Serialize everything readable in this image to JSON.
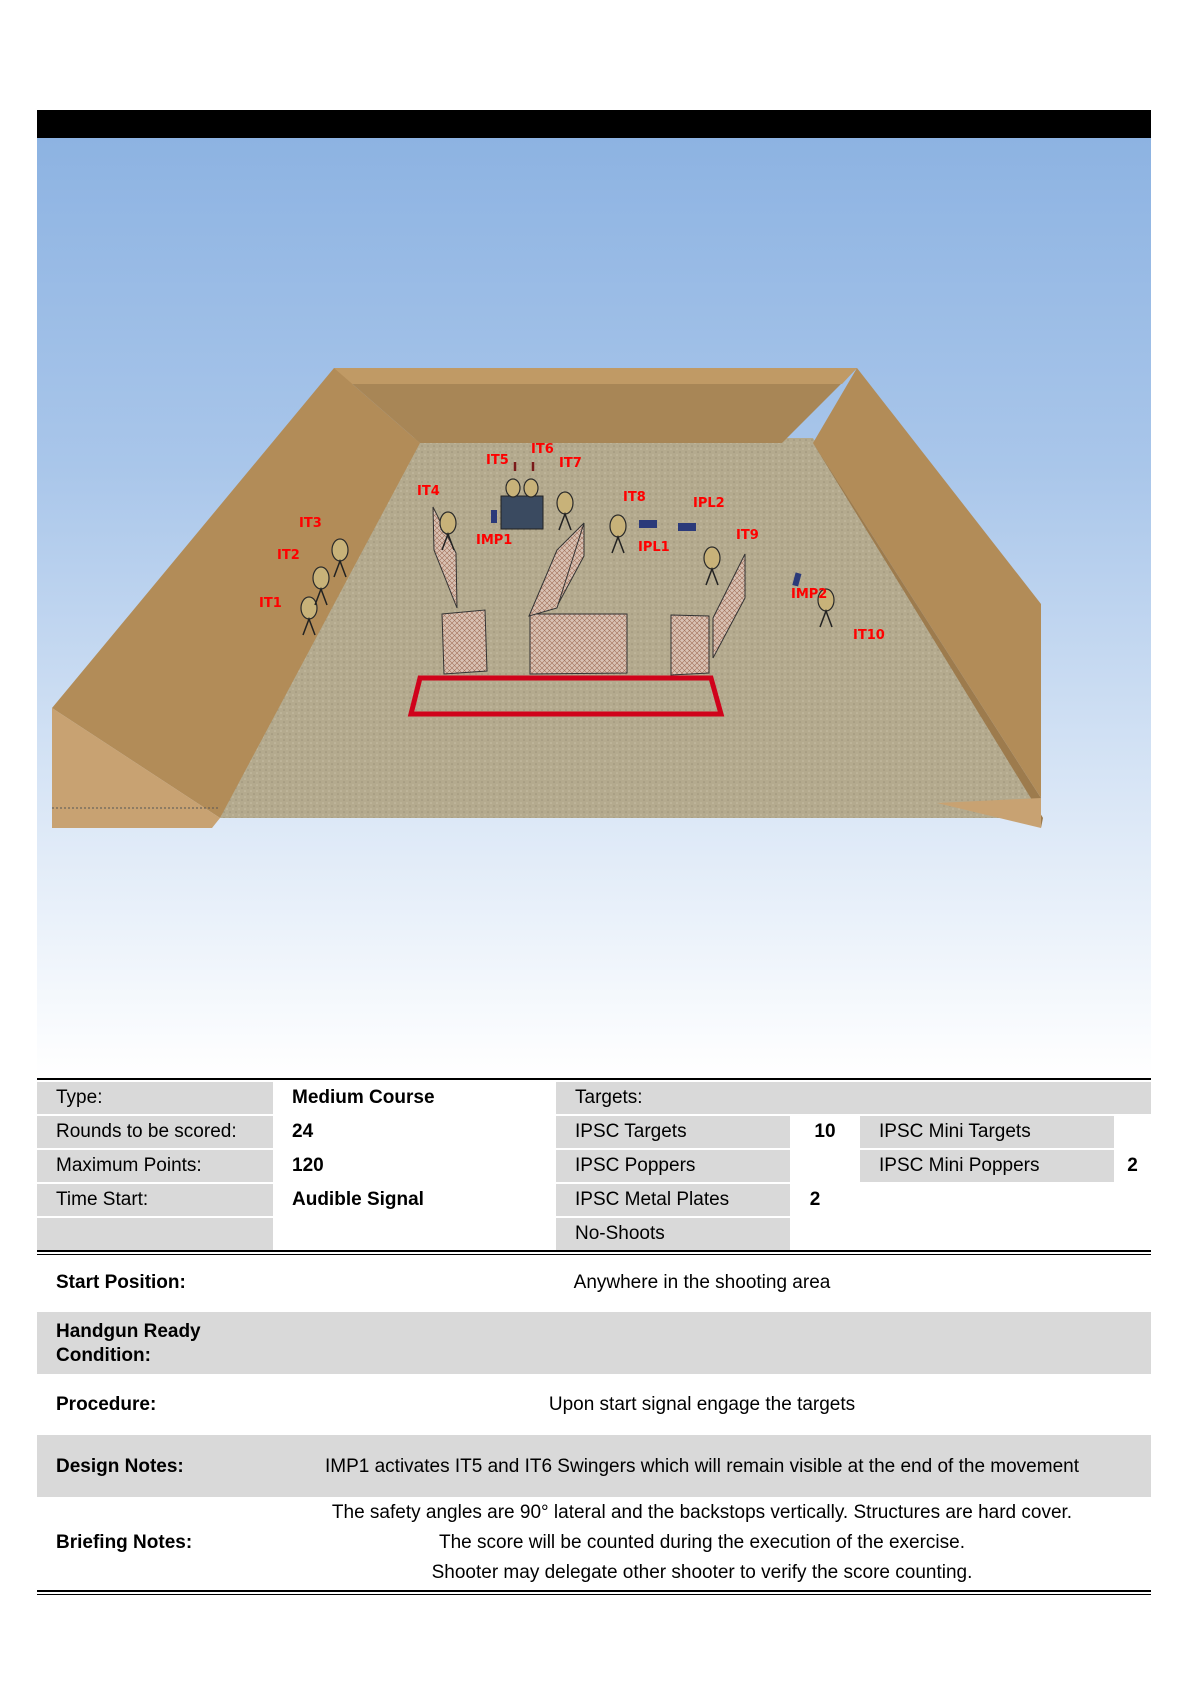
{
  "scene": {
    "labels": {
      "it1": "IT1",
      "it2": "IT2",
      "it3": "IT3",
      "it4": "IT4",
      "it5": "IT5",
      "it6": "IT6",
      "it7": "IT7",
      "it8": "IT8",
      "it9": "IT9",
      "it10": "IT10",
      "imp1": "IMP1",
      "imp2": "IMP2",
      "ipl1": "IPL1",
      "ipl2": "IPL2"
    },
    "colors": {
      "berm": "#b08a55",
      "floor": "#b5ab90",
      "label": "#ff0000",
      "box": "#d0021b"
    }
  },
  "info": {
    "type_label": "Type:",
    "type_value": "Medium Course",
    "rounds_label": "Rounds to be scored:",
    "rounds_value": "24",
    "points_label": "Maximum Points:",
    "points_value": "120",
    "time_label": "Time Start:",
    "time_value": "Audible Signal",
    "targets_label": "Targets:",
    "ipsc_targets_label": "IPSC Targets",
    "ipsc_targets_value": "10",
    "ipsc_poppers_label": "IPSC Poppers",
    "metal_plates_label": "IPSC Metal Plates",
    "metal_plates_value": "2",
    "no_shoots_label": "No-Shoots",
    "mini_targets_label": "IPSC Mini Targets",
    "mini_poppers_label": "IPSC Mini Poppers",
    "mini_poppers_value": "2"
  },
  "notes": {
    "start_label": "Start Position:",
    "start_value": "Anywhere in the shooting area",
    "ready_label_1": "Handgun Ready",
    "ready_label_2": "Condition:",
    "procedure_label": "Procedure:",
    "procedure_value": "Upon start signal engage the targets",
    "design_label": "Design Notes:",
    "design_value": "IMP1 activates IT5 and IT6 Swingers which will remain visible at the end of the movement",
    "briefing_label": "Briefing Notes:",
    "briefing_line_1": "The safety angles are 90° lateral and the backstops vertically. Structures are hard cover.",
    "briefing_line_2": "The score will be counted during the execution of the exercise.",
    "briefing_line_3": "Shooter may delegate other shooter to verify the score counting."
  }
}
